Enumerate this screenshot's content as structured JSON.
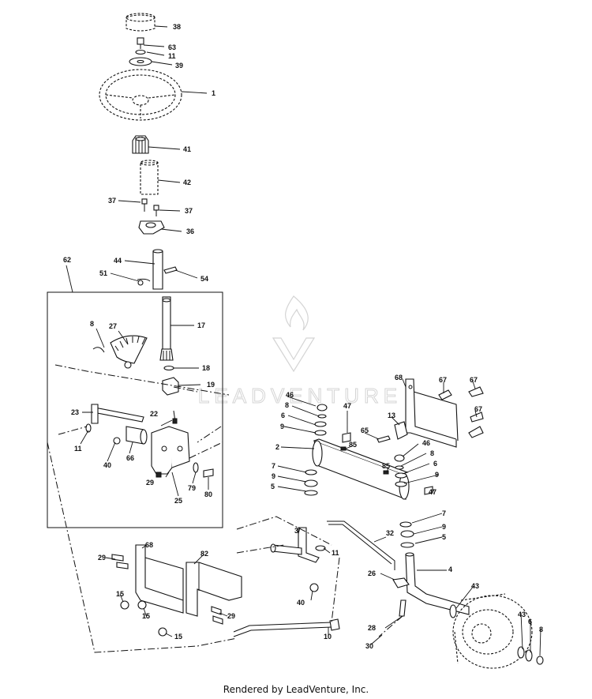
{
  "footer": "Rendered by LeadVenture, Inc.",
  "watermark": "LEADVENTURE",
  "colors": {
    "line": "#111111",
    "background": "#ffffff",
    "watermark": "#d4d4d4"
  },
  "callouts": [
    "38",
    "63",
    "11",
    "39",
    "1",
    "41",
    "42",
    "37",
    "37",
    "36",
    "62",
    "44",
    "51",
    "54",
    "17",
    "8",
    "27",
    "18",
    "19",
    "23",
    "22",
    "11",
    "40",
    "66",
    "29",
    "25",
    "79",
    "80",
    "46",
    "8",
    "47",
    "6",
    "9",
    "65",
    "13",
    "68",
    "67",
    "67",
    "67",
    "2",
    "85",
    "46",
    "8",
    "6",
    "9",
    "85",
    "7",
    "9",
    "5",
    "47",
    "7",
    "9",
    "5",
    "3",
    "32",
    "11",
    "68",
    "82",
    "29",
    "4",
    "26",
    "43",
    "15",
    "15",
    "29",
    "15",
    "40",
    "28",
    "10",
    "43",
    "6",
    "8",
    "30"
  ]
}
